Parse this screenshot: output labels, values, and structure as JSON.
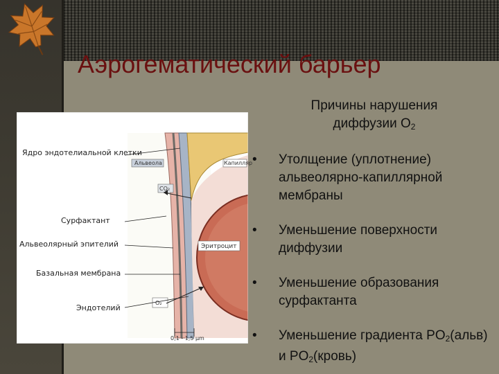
{
  "slide": {
    "title": "Аэрогематический барьер",
    "leaf_icon": "autumn-leaf-icon"
  },
  "figure": {
    "labels": {
      "endothelial_nucleus": "Ядро эндотелиальной клетки",
      "surfactant": "Сурфактант",
      "alveolar_epithelium": "Альвеолярный эпителий",
      "basement_membrane": "Базальная мембрана",
      "endothelium": "Эндотелий",
      "alveola": "Альвеола",
      "capillary": "Капилляр",
      "erythrocyte": "Эритроцит",
      "co2": "CO₂",
      "o2": "O₂",
      "thickness": "0,1 - 1,5 μm"
    }
  },
  "causes": {
    "heading": "Причины нарушения диффузии O",
    "heading_sub": "2",
    "bullet": "•",
    "items": [
      {
        "text": "Утолщение (уплотнение) альвеолярно-капиллярной мембраны"
      },
      {
        "text": "Уменьшение поверхности диффузии"
      },
      {
        "text": "Уменьшение образования сурфактанта"
      },
      {
        "a": "Уменьшение градиента PO",
        "a_sub": "2",
        "b": "(альв) и PO",
        "b_sub": "2",
        "c": "(кровь)"
      }
    ]
  }
}
